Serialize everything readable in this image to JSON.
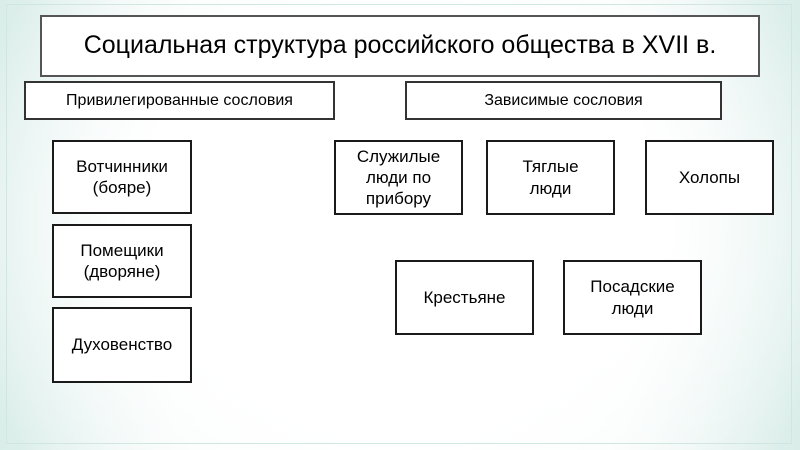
{
  "title": "Социальная структура российского общества в XVII в.",
  "categories": {
    "privileged": "Привилегированные сословия",
    "dependent": "Зависимые сословия"
  },
  "privileged_items": [
    "Вотчинники\n(бояре)",
    "Помещики\n(дворяне)",
    "Духовенство"
  ],
  "dependent_items": [
    "Служилые\nлюди по\nприбору",
    "Тяглые\nлюди",
    "Холопы",
    "Крестьяне",
    "Посадские\nлюди"
  ]
}
